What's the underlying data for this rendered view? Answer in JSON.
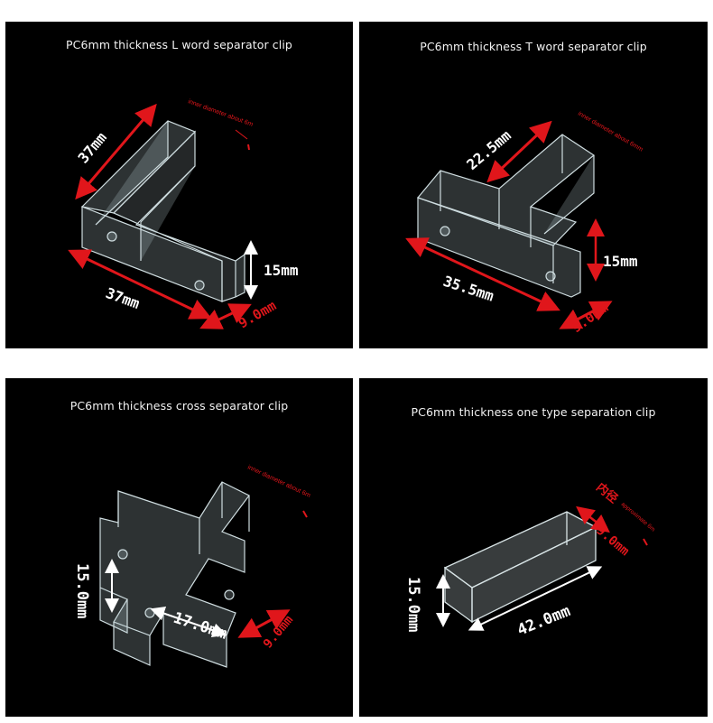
{
  "panels": [
    {
      "caption": "PC6mm thickness L word separator clip",
      "inner_label": "inner diameter about 6m",
      "dims": {
        "top": "37mm",
        "bottom": "37mm",
        "height": "15mm",
        "width": "9.0mm"
      }
    },
    {
      "caption": "PC6mm thickness T word separator clip",
      "inner_label": "inner diameter about 6mm",
      "dims": {
        "top": "22.5mm",
        "bottom": "35.5mm",
        "height": "15mm",
        "width": "9.0mm"
      }
    },
    {
      "caption": "PC6mm thickness cross separator clip",
      "inner_label": "inner diameter about 6m",
      "dims": {
        "height": "15.0mm",
        "length": "17.0mm",
        "width": "9.0mm"
      }
    },
    {
      "caption": "PC6mm thickness one type separation clip",
      "inner_label_cn": "内径",
      "inner_label": "approximate 6m",
      "dims": {
        "height": "15.0mm",
        "length": "42.0mm",
        "width": "9.0mm"
      }
    }
  ],
  "colors": {
    "arrow_red": "#e0161b",
    "arrow_white": "#ffffff",
    "panel_bg": "#000000"
  }
}
